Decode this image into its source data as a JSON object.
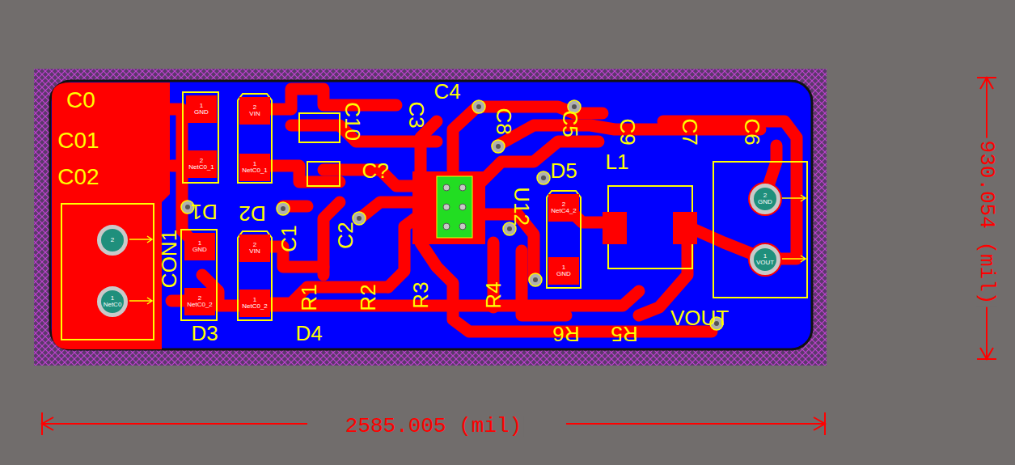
{
  "diagram": {
    "nodes": [
      {
        "text": [
          "1",
          "GND"
        ]
      },
      {
        "text": [
          "2",
          "NetC0_1"
        ]
      },
      {
        "text": [
          "2",
          "VIN"
        ]
      },
      {
        "text": [
          "1",
          "NetC0_1"
        ]
      },
      {
        "text": [
          "1",
          "GND"
        ]
      },
      {
        "text": [
          "2",
          "NetC0_2"
        ]
      },
      {
        "text": [
          "2",
          "VIN"
        ]
      },
      {
        "text": [
          "1",
          "NetC0_2"
        ]
      },
      {
        "text": [
          "2",
          "NetC4_2"
        ]
      },
      {
        "text": [
          "1",
          "GND"
        ]
      },
      {
        "text": [
          "2"
        ]
      },
      {
        "text": [
          "1",
          "NetC0"
        ]
      },
      {
        "text": [
          "2",
          "GND"
        ]
      },
      {
        "text": [
          "1",
          "VOUT"
        ]
      }
    ],
    "labels": [
      "C0",
      "C01",
      "C02",
      "C10",
      "C3",
      "C4",
      "C8",
      "C5",
      "C9",
      "C7",
      "C6",
      "C?",
      "L1",
      "D5",
      "D1",
      "D2",
      "C1",
      "C2",
      "CON1",
      "R1",
      "R2",
      "R3",
      "R4",
      "U12",
      "D3",
      "D4",
      "R6",
      "R5",
      "VOUT",
      "2585.005 (mil)",
      "930.054 (mil)"
    ]
  }
}
